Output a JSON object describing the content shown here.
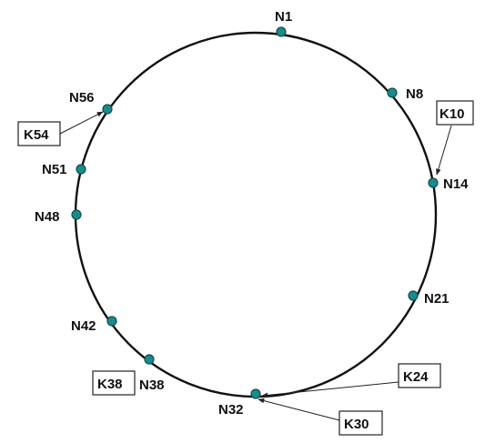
{
  "colors": {
    "node_fill": "#1b8a8a",
    "ring_stroke": "#111111"
  },
  "nodes": [
    {
      "id": "N1",
      "label": "N1"
    },
    {
      "id": "N8",
      "label": "N8"
    },
    {
      "id": "N14",
      "label": "N14"
    },
    {
      "id": "N21",
      "label": "N21"
    },
    {
      "id": "N32",
      "label": "N32"
    },
    {
      "id": "N38",
      "label": "N38"
    },
    {
      "id": "N42",
      "label": "N42"
    },
    {
      "id": "N48",
      "label": "N48"
    },
    {
      "id": "N51",
      "label": "N51"
    },
    {
      "id": "N56",
      "label": "N56"
    }
  ],
  "keys": [
    {
      "id": "K10",
      "label": "K10",
      "successor": "N14"
    },
    {
      "id": "K24",
      "label": "K24",
      "successor": "N32"
    },
    {
      "id": "K30",
      "label": "K30",
      "successor": "N32"
    },
    {
      "id": "K38",
      "label": "K38",
      "successor": "N38"
    },
    {
      "id": "K54",
      "label": "K54",
      "successor": "N56"
    }
  ]
}
